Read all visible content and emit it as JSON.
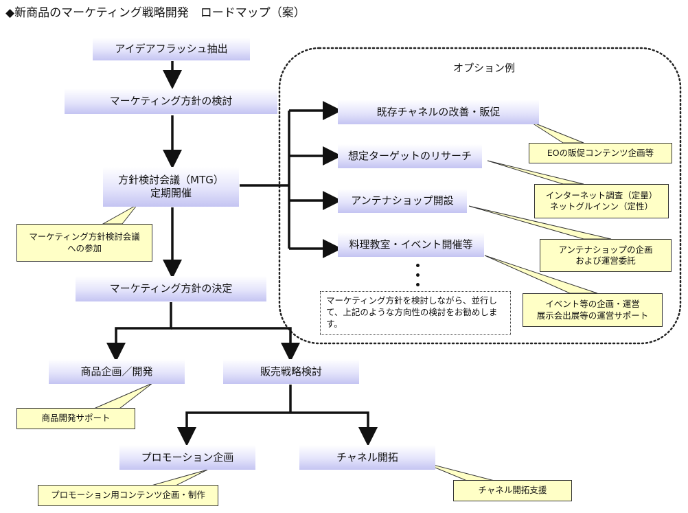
{
  "title": "◆新商品のマーケティング戦略開発　ロードマップ（案）",
  "options": {
    "label": "オプション例",
    "comment": "マーケティング方針を検討しながら、並行して、上記のような方向性の検討をお勧めします。"
  },
  "steps": {
    "idea_flash": "アイデアフラッシュ抽出",
    "policy_review": "マーケティング方針の検討",
    "policy_meeting_line1": "方針検討会議（MTG）",
    "policy_meeting_line2": "定期開催",
    "policy_decision": "マーケティング方針の決定",
    "product_planning": "商品企画／開発",
    "sales_strategy": "販売戦略検討",
    "promotion_planning": "プロモーション企画",
    "channel_development": "チャネル開拓"
  },
  "option_items": {
    "existing_channel": "既存チャネルの改善・販促",
    "target_research": "想定ターゲットのリサーチ",
    "antenna_shop": "アンテナショップ開設",
    "cooking_event": "料理教室・イベント開催等"
  },
  "notes": {
    "meeting_participation_line1": "マーケティング方針検討会議",
    "meeting_participation_line2": "への参加",
    "eo_sales_content": "EOの販促コンテンツ企画等",
    "internet_survey_line1": "インターネット調査（定量）",
    "internet_survey_line2": "ネットグルインン（定性）",
    "antenna_shop_line1": "アンテナショップの企画",
    "antenna_shop_line2": "および運営委託",
    "event_support_line1": "イベント等の企画・運営",
    "event_support_line2": "展示会出展等の運営サポート",
    "product_dev_support": "商品開発サポート",
    "promotion_content": "プロモーション用コンテンツ企画・制作",
    "channel_support": "チャネル開拓支援"
  }
}
